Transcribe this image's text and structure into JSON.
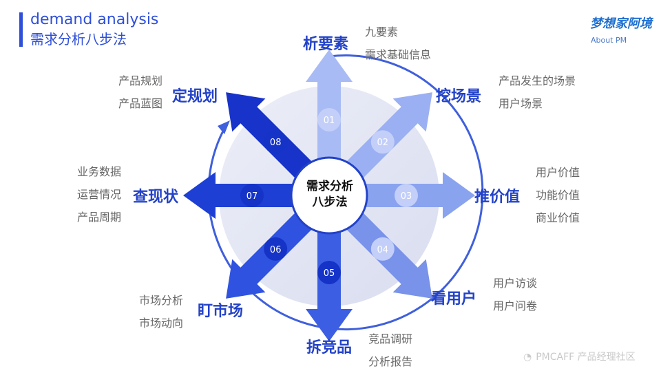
{
  "header": {
    "title_en": "demand analysis",
    "title_cn": "需求分析八步法"
  },
  "brand": {
    "name": "梦想家阿境",
    "sub": "About PM"
  },
  "watermark": "PMCAFF 产品经理社区",
  "center": {
    "line1": "需求分析",
    "line2": "八步法"
  },
  "colors": {
    "primary": "#2e4fd9",
    "accent_dark": "#1532c9",
    "accent_light": "#b6c6f7",
    "circle_fill": "#e4e7f4"
  },
  "steps": [
    {
      "num": "01",
      "title": "析要素",
      "items": [
        "九要素",
        "需求基础信息"
      ]
    },
    {
      "num": "02",
      "title": "挖场景",
      "items": [
        "产品发生的场景",
        "用户场景"
      ]
    },
    {
      "num": "03",
      "title": "推价值",
      "items": [
        "用户价值",
        "功能价值",
        "商业价值"
      ]
    },
    {
      "num": "04",
      "title": "看用户",
      "items": [
        "用户访谈",
        "用户问卷"
      ]
    },
    {
      "num": "05",
      "title": "拆竞品",
      "items": [
        "竞品调研",
        "分析报告"
      ]
    },
    {
      "num": "06",
      "title": "盯市场",
      "items": [
        "市场分析",
        "市场动向"
      ]
    },
    {
      "num": "07",
      "title": "查现状",
      "items": [
        "业务数据",
        "运营情况",
        "产品周期"
      ]
    },
    {
      "num": "08",
      "title": "定规划",
      "items": [
        "产品规划",
        "产品蓝图"
      ]
    }
  ]
}
